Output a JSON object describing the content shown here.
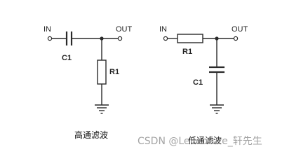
{
  "high_pass": {
    "input_label": "IN",
    "output_label": "OUT",
    "capacitor_label": "C1",
    "resistor_label": "R1",
    "caption": "高通滤波"
  },
  "low_pass": {
    "input_label": "IN",
    "output_label": "OUT",
    "resistor_label": "R1",
    "capacitor_label": "C1",
    "caption": "低通滤波"
  },
  "watermark": "CSDN @Leventure_轩先生"
}
